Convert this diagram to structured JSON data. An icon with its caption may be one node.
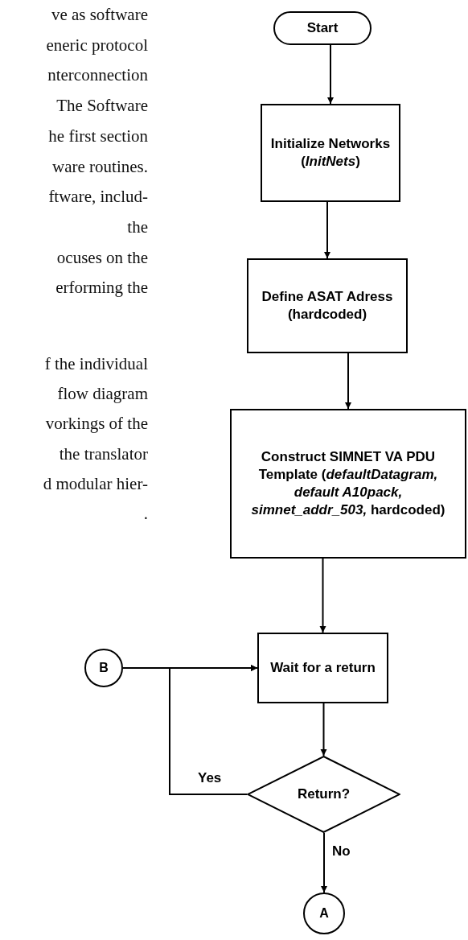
{
  "diagram": {
    "nodes": [
      {
        "text": [
          "Start"
        ]
      },
      {
        "text": [
          "Initialize Networks (*InitNets*)"
        ]
      },
      {
        "text": [
          "Define ASAT Adress (hardcoded)"
        ]
      },
      {
        "text": [
          "Construct SIMNET VA PDU Template (*defaultDatagram, default A10pack, simnet_addr_503,* hardcoded)"
        ]
      },
      {
        "text": [
          "Wait for a return"
        ]
      },
      {
        "text": [
          "Return?"
        ]
      },
      {
        "text": [
          "B"
        ]
      },
      {
        "text": [
          "A"
        ]
      }
    ],
    "edges": [
      {
        "from": 0,
        "to": 1,
        "arrow": "to"
      },
      {
        "from": 1,
        "to": 2,
        "arrow": "to"
      },
      {
        "from": 2,
        "to": 3,
        "arrow": "to"
      },
      {
        "from": 3,
        "to": 4,
        "arrow": "to"
      },
      {
        "from": 4,
        "to": 5,
        "arrow": "to"
      },
      {
        "from": 5,
        "to": 7,
        "arrow": "to",
        "label": "No"
      },
      {
        "from": 6,
        "to": 4,
        "arrow": "to"
      },
      {
        "from": 5,
        "to": 4,
        "arrow": "to",
        "label": "Yes"
      }
    ],
    "labels": [
      "ve as software",
      "eneric protocol",
      "nterconnection",
      "The Software",
      "he first section",
      "ware routines.",
      "ftware, includ-",
      "the",
      "ocuses on the",
      "erforming the",
      "f the individual",
      "flow diagram",
      "vorkings of the",
      "the translator",
      "d modular hier-",
      "."
    ]
  }
}
